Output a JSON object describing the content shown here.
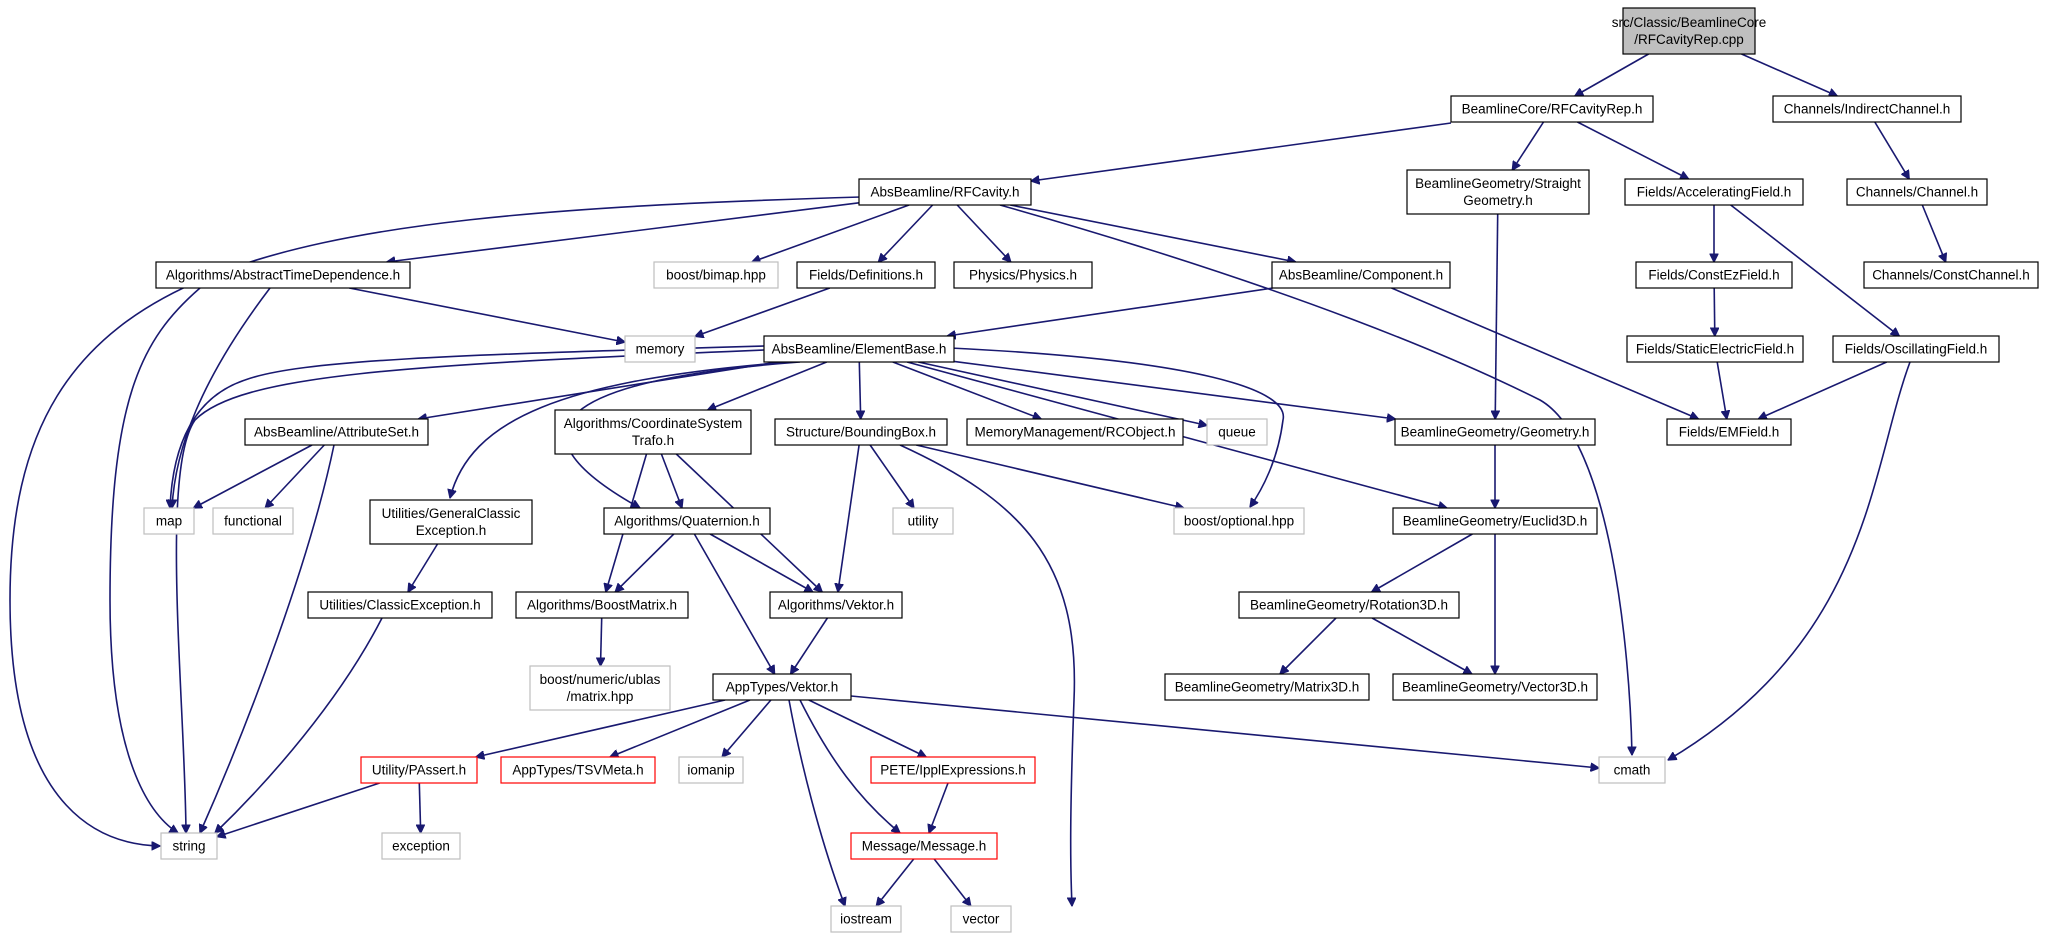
{
  "colors": {
    "edge": "#191970",
    "box_normal": "#000000",
    "box_system": "#bfbfbf",
    "box_truncated": "#ff0000",
    "fill_root": "#bfbfbf",
    "fill_normal": "#ffffff"
  },
  "nodes": [
    {
      "id": "root",
      "lines": [
        "src/Classic/BeamlineCore",
        "/RFCavityRep.cpp"
      ],
      "kind": "root"
    },
    {
      "id": "rfcavityrep",
      "lines": [
        "BeamlineCore/RFCavityRep.h"
      ],
      "kind": "normal"
    },
    {
      "id": "indirectchannel",
      "lines": [
        "Channels/IndirectChannel.h"
      ],
      "kind": "normal"
    },
    {
      "id": "rfcavity",
      "lines": [
        "AbsBeamline/RFCavity.h"
      ],
      "kind": "normal"
    },
    {
      "id": "straightgeom",
      "lines": [
        "BeamlineGeometry/Straight",
        "Geometry.h"
      ],
      "kind": "normal"
    },
    {
      "id": "accelfield",
      "lines": [
        "Fields/AcceleratingField.h"
      ],
      "kind": "normal"
    },
    {
      "id": "channel",
      "lines": [
        "Channels/Channel.h"
      ],
      "kind": "normal"
    },
    {
      "id": "abstimedep",
      "lines": [
        "Algorithms/AbstractTimeDependence.h"
      ],
      "kind": "normal"
    },
    {
      "id": "bimap",
      "lines": [
        "boost/bimap.hpp"
      ],
      "kind": "system"
    },
    {
      "id": "definitions",
      "lines": [
        "Fields/Definitions.h"
      ],
      "kind": "normal"
    },
    {
      "id": "physics",
      "lines": [
        "Physics/Physics.h"
      ],
      "kind": "normal"
    },
    {
      "id": "component",
      "lines": [
        "AbsBeamline/Component.h"
      ],
      "kind": "normal"
    },
    {
      "id": "constez",
      "lines": [
        "Fields/ConstEzField.h"
      ],
      "kind": "normal"
    },
    {
      "id": "constchannel",
      "lines": [
        "Channels/ConstChannel.h"
      ],
      "kind": "normal"
    },
    {
      "id": "memory",
      "lines": [
        "memory"
      ],
      "kind": "system"
    },
    {
      "id": "elementbase",
      "lines": [
        "AbsBeamline/ElementBase.h"
      ],
      "kind": "normal"
    },
    {
      "id": "staticelectric",
      "lines": [
        "Fields/StaticElectricField.h"
      ],
      "kind": "normal"
    },
    {
      "id": "oscillating",
      "lines": [
        "Fields/OscillatingField.h"
      ],
      "kind": "normal"
    },
    {
      "id": "attributeset",
      "lines": [
        "AbsBeamline/AttributeSet.h"
      ],
      "kind": "normal"
    },
    {
      "id": "coordtrafo",
      "lines": [
        "Algorithms/CoordinateSystem",
        "Trafo.h"
      ],
      "kind": "normal"
    },
    {
      "id": "boundingbox",
      "lines": [
        "Structure/BoundingBox.h"
      ],
      "kind": "normal"
    },
    {
      "id": "rcobject",
      "lines": [
        "MemoryManagement/RCObject.h"
      ],
      "kind": "normal"
    },
    {
      "id": "queue",
      "lines": [
        "queue"
      ],
      "kind": "system"
    },
    {
      "id": "geometry",
      "lines": [
        "BeamlineGeometry/Geometry.h"
      ],
      "kind": "normal"
    },
    {
      "id": "emfield",
      "lines": [
        "Fields/EMField.h"
      ],
      "kind": "normal"
    },
    {
      "id": "map",
      "lines": [
        "map"
      ],
      "kind": "system"
    },
    {
      "id": "functional",
      "lines": [
        "functional"
      ],
      "kind": "system"
    },
    {
      "id": "genclassicexc",
      "lines": [
        "Utilities/GeneralClassic",
        "Exception.h"
      ],
      "kind": "normal"
    },
    {
      "id": "quaternion",
      "lines": [
        "Algorithms/Quaternion.h"
      ],
      "kind": "normal"
    },
    {
      "id": "utility",
      "lines": [
        "utility"
      ],
      "kind": "system"
    },
    {
      "id": "optional",
      "lines": [
        "boost/optional.hpp"
      ],
      "kind": "system"
    },
    {
      "id": "euclid3d",
      "lines": [
        "BeamlineGeometry/Euclid3D.h"
      ],
      "kind": "normal"
    },
    {
      "id": "classicexc",
      "lines": [
        "Utilities/ClassicException.h"
      ],
      "kind": "normal"
    },
    {
      "id": "boostmatrix",
      "lines": [
        "Algorithms/BoostMatrix.h"
      ],
      "kind": "normal"
    },
    {
      "id": "algvektor",
      "lines": [
        "Algorithms/Vektor.h"
      ],
      "kind": "normal"
    },
    {
      "id": "rotation3d",
      "lines": [
        "BeamlineGeometry/Rotation3D.h"
      ],
      "kind": "normal"
    },
    {
      "id": "ublasmatrix",
      "lines": [
        "boost/numeric/ublas",
        "/matrix.hpp"
      ],
      "kind": "system"
    },
    {
      "id": "apptypesvektor",
      "lines": [
        "AppTypes/Vektor.h"
      ],
      "kind": "normal"
    },
    {
      "id": "matrix3d",
      "lines": [
        "BeamlineGeometry/Matrix3D.h"
      ],
      "kind": "normal"
    },
    {
      "id": "vector3d",
      "lines": [
        "BeamlineGeometry/Vector3D.h"
      ],
      "kind": "normal"
    },
    {
      "id": "passert",
      "lines": [
        "Utility/PAssert.h"
      ],
      "kind": "truncated"
    },
    {
      "id": "tsvmeta",
      "lines": [
        "AppTypes/TSVMeta.h"
      ],
      "kind": "truncated"
    },
    {
      "id": "iomanip",
      "lines": [
        "iomanip"
      ],
      "kind": "system"
    },
    {
      "id": "ipplexpr",
      "lines": [
        "PETE/IpplExpressions.h"
      ],
      "kind": "truncated"
    },
    {
      "id": "cmath",
      "lines": [
        "cmath"
      ],
      "kind": "system"
    },
    {
      "id": "string",
      "lines": [
        "string"
      ],
      "kind": "system"
    },
    {
      "id": "exception",
      "lines": [
        "exception"
      ],
      "kind": "system"
    },
    {
      "id": "message",
      "lines": [
        "Message/Message.h"
      ],
      "kind": "truncated"
    },
    {
      "id": "iostream",
      "lines": [
        "iostream"
      ],
      "kind": "system"
    },
    {
      "id": "vector",
      "lines": [
        "vector"
      ],
      "kind": "system"
    }
  ],
  "edges": [
    [
      "root",
      "rfcavityrep"
    ],
    [
      "root",
      "indirectchannel"
    ],
    [
      "rfcavityrep",
      "rfcavity"
    ],
    [
      "rfcavityrep",
      "straightgeom"
    ],
    [
      "rfcavityrep",
      "accelfield"
    ],
    [
      "indirectchannel",
      "channel"
    ],
    [
      "channel",
      "constchannel"
    ],
    [
      "rfcavity",
      "string"
    ],
    [
      "rfcavity",
      "abstimedep"
    ],
    [
      "rfcavity",
      "bimap"
    ],
    [
      "rfcavity",
      "definitions"
    ],
    [
      "rfcavity",
      "physics"
    ],
    [
      "rfcavity",
      "component"
    ],
    [
      "rfcavity",
      "cmath"
    ],
    [
      "straightgeom",
      "geometry"
    ],
    [
      "accelfield",
      "constez"
    ],
    [
      "accelfield",
      "oscillating"
    ],
    [
      "constez",
      "staticelectric"
    ],
    [
      "staticelectric",
      "emfield"
    ],
    [
      "oscillating",
      "emfield"
    ],
    [
      "oscillating",
      "cmath"
    ],
    [
      "abstimedep",
      "memory"
    ],
    [
      "abstimedep",
      "map"
    ],
    [
      "abstimedep",
      "string"
    ],
    [
      "definitions",
      "memory"
    ],
    [
      "component",
      "elementbase"
    ],
    [
      "component",
      "emfield"
    ],
    [
      "elementbase",
      "string"
    ],
    [
      "elementbase",
      "map"
    ],
    [
      "elementbase",
      "attributeset"
    ],
    [
      "elementbase",
      "genclassicexc"
    ],
    [
      "elementbase",
      "quaternion"
    ],
    [
      "elementbase",
      "coordtrafo"
    ],
    [
      "elementbase",
      "boundingbox"
    ],
    [
      "elementbase",
      "rcobject"
    ],
    [
      "elementbase",
      "queue"
    ],
    [
      "elementbase",
      "optional"
    ],
    [
      "elementbase",
      "geometry"
    ],
    [
      "elementbase",
      "euclid3d"
    ],
    [
      "attributeset",
      "map"
    ],
    [
      "attributeset",
      "functional"
    ],
    [
      "attributeset",
      "string"
    ],
    [
      "genclassicexc",
      "classicexc"
    ],
    [
      "classicexc",
      "string"
    ],
    [
      "coordtrafo",
      "quaternion"
    ],
    [
      "coordtrafo",
      "boostmatrix"
    ],
    [
      "coordtrafo",
      "algvektor"
    ],
    [
      "quaternion",
      "boostmatrix"
    ],
    [
      "quaternion",
      "algvektor"
    ],
    [
      "quaternion",
      "apptypesvektor"
    ],
    [
      "boostmatrix",
      "ublasmatrix"
    ],
    [
      "algvektor",
      "apptypesvektor"
    ],
    [
      "boundingbox",
      "utility"
    ],
    [
      "boundingbox",
      "algvektor"
    ],
    [
      "boundingbox",
      "optional"
    ],
    [
      "boundingbox",
      "vector"
    ],
    [
      "geometry",
      "euclid3d"
    ],
    [
      "euclid3d",
      "rotation3d"
    ],
    [
      "euclid3d",
      "vector3d"
    ],
    [
      "rotation3d",
      "matrix3d"
    ],
    [
      "rotation3d",
      "vector3d"
    ],
    [
      "apptypesvektor",
      "passert"
    ],
    [
      "apptypesvektor",
      "tsvmeta"
    ],
    [
      "apptypesvektor",
      "iomanip"
    ],
    [
      "apptypesvektor",
      "ipplexpr"
    ],
    [
      "apptypesvektor",
      "message"
    ],
    [
      "apptypesvektor",
      "iostream"
    ],
    [
      "apptypesvektor",
      "cmath"
    ],
    [
      "passert",
      "string"
    ],
    [
      "passert",
      "exception"
    ],
    [
      "ipplexpr",
      "message"
    ],
    [
      "message",
      "iostream"
    ],
    [
      "message",
      "vector"
    ]
  ]
}
